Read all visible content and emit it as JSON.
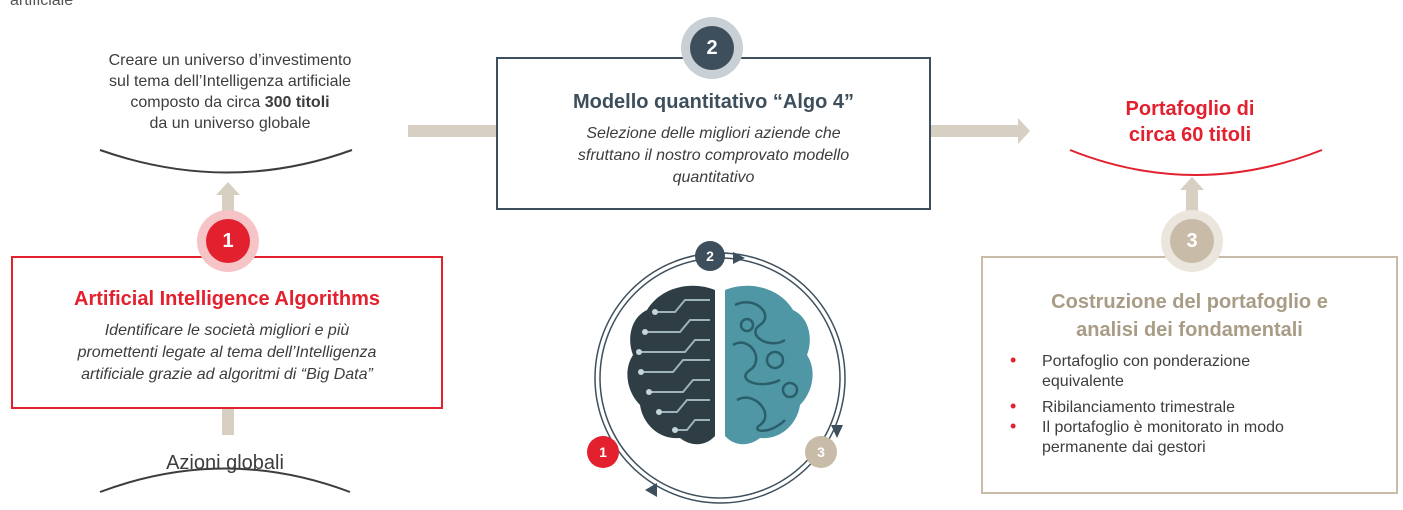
{
  "top_fragment": "artificiale",
  "universe": {
    "line1": "Creare un universo d’investimento",
    "line2": "sul tema dell’Intelligenza artificiale",
    "line3_pre": "composto da circa ",
    "line3_bold": "300 titoli",
    "line4": "da un universo globale"
  },
  "step2": {
    "number": "2",
    "title": "Modello quantitativo “Algo 4”",
    "desc1": "Selezione delle migliori aziende che",
    "desc2": "sfruttano il nostro comprovato modello",
    "desc3": "quantitativo"
  },
  "portfolio": {
    "line1": "Portafoglio di",
    "line2": "circa 60 titoli"
  },
  "step1": {
    "number": "1",
    "title": "Artificial Intelligence Algorithms",
    "desc1": "Identificare le società migliori e più",
    "desc2": "promettenti legate al tema dell’Intelligenza",
    "desc3": "artificiale grazie ad algoritmi di “Big Data”"
  },
  "step3": {
    "number": "3",
    "title1": "Costruzione del portafoglio e",
    "title2": "analisi dei fondamentali",
    "bullets": [
      {
        "l1": "Portafoglio con ponderazione",
        "l2": "equivalente"
      },
      {
        "l1": "Ribilanciamento trimestrale",
        "l2": ""
      },
      {
        "l1": "Il portafoglio è monitorato in modo",
        "l2": "permanente dai gestori"
      }
    ]
  },
  "global_equities": "Azioni globali",
  "cycle": {
    "n1": "1",
    "n2": "2",
    "n3": "3"
  },
  "colors": {
    "red": "#e3202e",
    "navy": "#3d4f5c",
    "beige": "#c8bca8",
    "arrow": "#d6cfc2"
  },
  "icons": {
    "brain": "brain-circuit-icon",
    "bullet": "bullet-dot"
  }
}
